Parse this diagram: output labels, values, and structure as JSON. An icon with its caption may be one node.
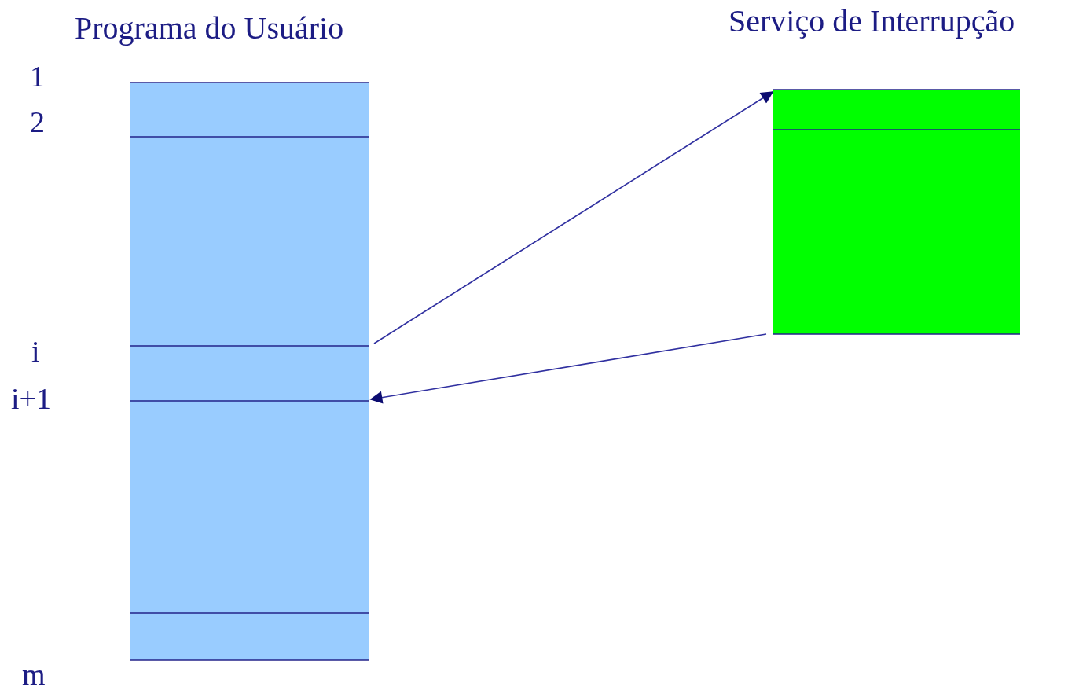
{
  "diagram": {
    "nodes": [
      {
        "text": [
          "Programa do Usuário"
        ]
      },
      {
        "text": [
          "Serviço de Interrupção"
        ]
      }
    ],
    "edges": [
      {
        "from": 0,
        "to": 1,
        "arrow": "to"
      },
      {
        "from": 1,
        "to": 0,
        "arrow": "to"
      }
    ],
    "labels": [
      "1",
      "2",
      "i",
      "i+1",
      "m"
    ]
  }
}
